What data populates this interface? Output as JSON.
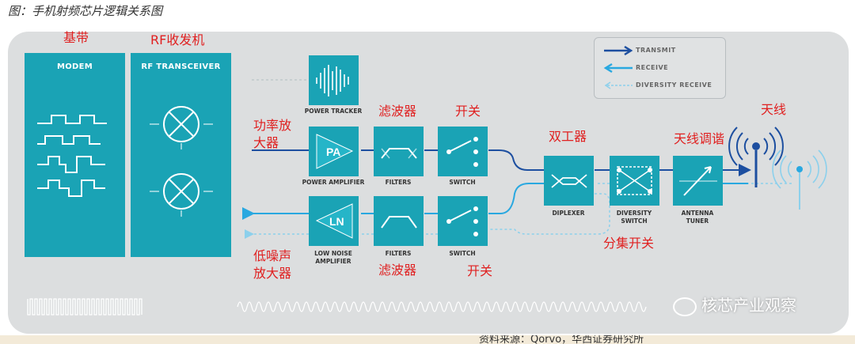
{
  "caption": "图：手机射频芯片逻辑关系图",
  "labels_cn": {
    "baseband": "基带",
    "rf_transceiver": "RF收发机",
    "power_amp_line1": "功率放",
    "power_amp_line2": "大器",
    "filter_top": "滤波器",
    "switch_top": "开关",
    "diplexer": "双工器",
    "antenna_tuner": "天线调谐",
    "antenna": "天线",
    "lna_line1": "低噪声",
    "lna_line2": "放大器",
    "filter_bottom": "滤波器",
    "switch_bottom": "开关",
    "diversity_switch": "分集开关"
  },
  "blocks": {
    "modem": "MODEM",
    "rf_transceiver": "RF TRANSCEIVER"
  },
  "components": {
    "power_tracker": "POWER TRACKER",
    "power_amplifier": "POWER AMPLIFIER",
    "pa_symbol": "PA",
    "filters_top": "FILTERS",
    "switch_top": "SWITCH",
    "low_noise_amplifier_line1": "LOW NOISE",
    "low_noise_amplifier_line2": "AMPLIFIER",
    "ln_symbol": "LN",
    "filters_bottom": "FILTERS",
    "switch_bottom": "SWITCH",
    "diplexer": "DIPLEXER",
    "diversity_switch_line1": "DIVERSITY",
    "diversity_switch_line2": "SWITCH",
    "antenna_tuner_line1": "ANTENNA",
    "antenna_tuner_line2": "TUNER"
  },
  "legend": {
    "transmit": "TRANSMIT",
    "receive": "RECEIVE",
    "diversity_receive": "DIVERSITY RECEIVE"
  },
  "colors": {
    "block": "#1aa3b5",
    "transmit": "#1d4fa0",
    "receive": "#29a8e0",
    "label_red": "#e02020",
    "panel": "#dcdedf"
  },
  "watermark": "核芯产业观察",
  "footer": "资料来源：Qorvo，华西证券研究所"
}
